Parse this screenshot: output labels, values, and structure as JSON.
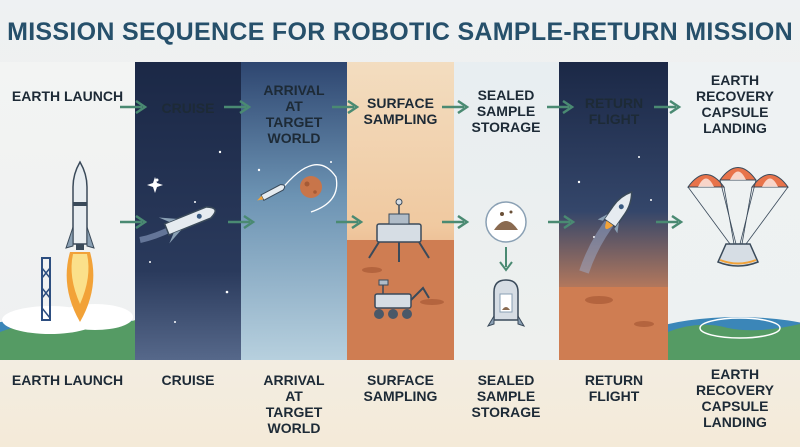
{
  "title": "MISSION SEQUENCE FOR ROBOTIC SAMPLE-RETURN MISSION",
  "stages": [
    {
      "label": "EARTH LAUNCH",
      "icon": "rocket-launch-icon"
    },
    {
      "label": "CRUISE",
      "icon": "spacecraft-cruise-icon"
    },
    {
      "label": "ARRIVAL AT TARGET WORLD",
      "icon": "planet-arrival-icon"
    },
    {
      "label": "SURFACE SAMPLING",
      "icon": "lander-rover-icon"
    },
    {
      "label": "SEALED SAMPLE STORAGE",
      "icon": "sample-container-icon"
    },
    {
      "label": "RETURN FLIGHT",
      "icon": "return-rocket-icon"
    },
    {
      "label": "EARTH RECOVERY CAPSULE LANDING",
      "icon": "parachute-capsule-icon"
    }
  ],
  "colors": {
    "title": "#26506b",
    "arrow": "#4a8a72",
    "space": "#1b2846",
    "mars": "#c8754a"
  }
}
